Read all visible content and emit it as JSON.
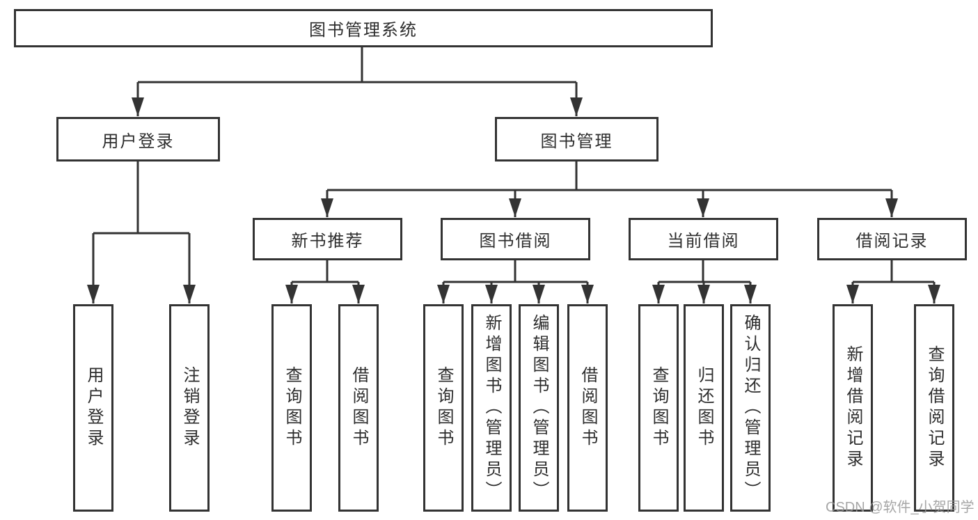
{
  "colors": {
    "line": "#333333",
    "border": "#333333",
    "text": "#2d2d2d",
    "watermark": "#969696"
  },
  "tree": {
    "root": "图书管理系统",
    "branches": [
      {
        "label": "用户登录",
        "leaves": [
          "用户登录",
          "注销登录"
        ]
      },
      {
        "label": "图书管理",
        "groups": [
          {
            "label": "新书推荐",
            "leaves": [
              "查询图书",
              "借阅图书"
            ]
          },
          {
            "label": "图书借阅",
            "leaves": [
              "查询图书",
              "新增图书（管理员）",
              "编辑图书（管理员）",
              "借阅图书"
            ]
          },
          {
            "label": "当前借阅",
            "leaves": [
              "查询图书",
              "归还图书",
              "确认归还（管理员）"
            ]
          },
          {
            "label": "借阅记录",
            "leaves": [
              "新增借阅记录",
              "查询借阅记录"
            ]
          }
        ]
      }
    ]
  },
  "watermark": "CSDN @软件_小贺同学"
}
